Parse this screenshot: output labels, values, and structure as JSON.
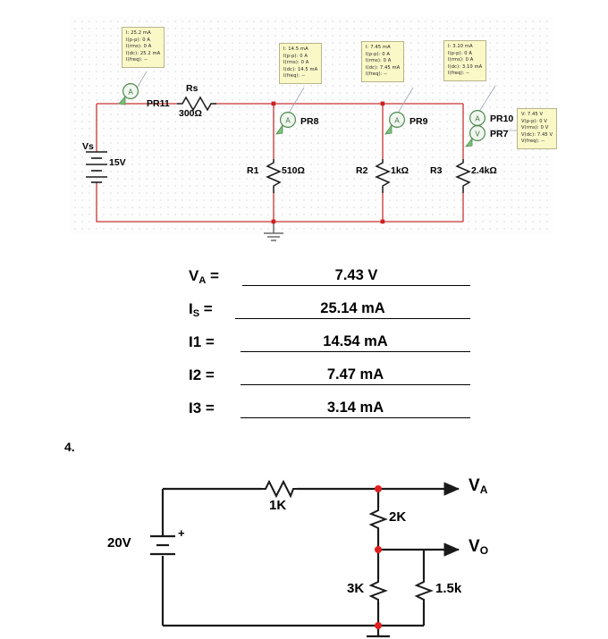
{
  "schematic": {
    "source": {
      "name": "Vs",
      "value": "15V"
    },
    "components": [
      {
        "ref": "Rs",
        "value": "300Ω"
      },
      {
        "ref": "R1",
        "value": "510Ω"
      },
      {
        "ref": "R2",
        "value": "1kΩ"
      },
      {
        "ref": "R3",
        "value": "2.4kΩ"
      }
    ],
    "probes": [
      {
        "name": "PR11",
        "type": "ammeter"
      },
      {
        "name": "PR8",
        "type": "ammeter"
      },
      {
        "name": "PR9",
        "type": "ammeter"
      },
      {
        "name": "PR10",
        "type": "ammeter"
      },
      {
        "name": "PR7",
        "type": "voltmeter"
      }
    ],
    "tooltips": [
      {
        "probe": "PR11",
        "lines": [
          "I: 25.2 mA",
          "I(p-p): 0 A",
          "I(rms): 0 A",
          "I(dc): 25.2 mA",
          "I(freq): --"
        ]
      },
      {
        "probe": "PR8",
        "lines": [
          "I: 14.5 mA",
          "I(p-p): 0 A",
          "I(rms): 0 A",
          "I(dc): 14.5 mA",
          "I(freq): --"
        ]
      },
      {
        "probe": "PR9",
        "lines": [
          "I: 7.45 mA",
          "I(p-p): 0 A",
          "I(rms): 0 A",
          "I(dc): 7.45 mA",
          "I(freq): --"
        ]
      },
      {
        "probe": "PR10",
        "lines": [
          "I: 3.10 mA",
          "I(p-p): 0 A",
          "I(rms): 0 A",
          "I(dc): 3.10 mA",
          "I(freq): --"
        ]
      },
      {
        "probe": "PR7",
        "lines": [
          "V: 7.45 V",
          "V(p-p): 0 V",
          "V(rms): 0 V",
          "V(dc): 7.45 V",
          "V(freq): --"
        ]
      }
    ],
    "colors": {
      "wire": "#cc3333",
      "node": "#cc2222",
      "probe_outline": "#4f8a4f",
      "probe_arrow": "#6ec06e",
      "tooltip_bg": "#fbf8c8",
      "tooltip_border": "#b9b48a",
      "grid_dot": "#bdbdbd"
    }
  },
  "answers": [
    {
      "label": "V",
      "sub": "A",
      "value": "7.43 V"
    },
    {
      "label": "I",
      "sub": "S",
      "value": "25.14 mA"
    },
    {
      "label": "I1",
      "sub": "",
      "value": "14.54 mA"
    },
    {
      "label": "I2",
      "sub": "",
      "value": "7.47 mA"
    },
    {
      "label": "I3",
      "sub": "",
      "value": "3.14 mA"
    }
  ],
  "question4": {
    "number": "4.",
    "source": "20V",
    "polarity": "+",
    "resistors": [
      {
        "name": "1K"
      },
      {
        "name": "2K"
      },
      {
        "name": "3K"
      },
      {
        "name": "1.5k"
      }
    ],
    "outputs": [
      {
        "label": "V",
        "sub": "A"
      },
      {
        "label": "V",
        "sub": "O"
      }
    ],
    "colors": {
      "wire": "#1a1a1a",
      "node": "#e02020"
    }
  }
}
